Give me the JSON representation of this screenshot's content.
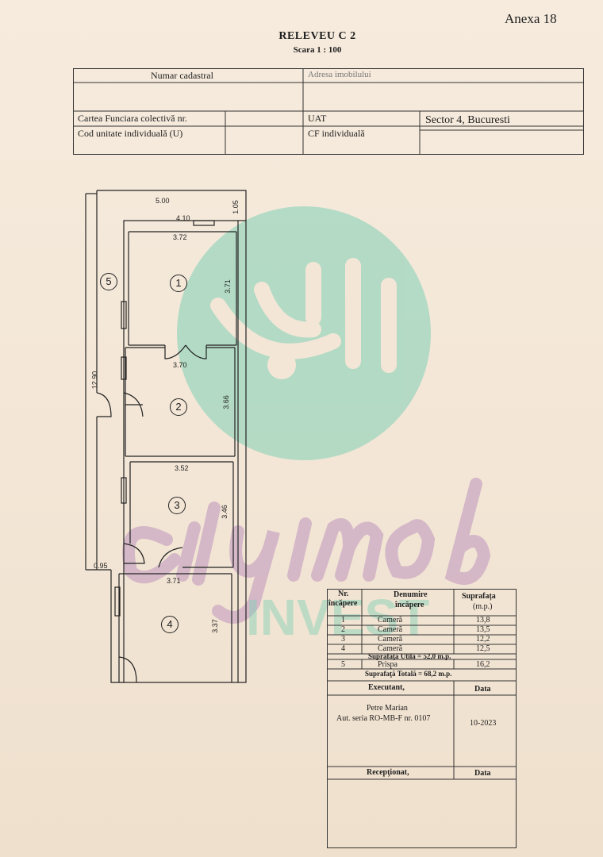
{
  "header": {
    "annex": "Anexa 18",
    "title": "RELEVEU C 2",
    "scale": "Scara 1 : 100"
  },
  "info_table": {
    "cadastral_label": "Numar cadastral",
    "address_label": "Adresa imobilului",
    "cf_collective_label": "Cartea Funciara colectivă nr.",
    "uat_label": "UAT",
    "uat_value": "Sector 4, Bucuresti",
    "unit_code_label": "Cod unitate individuală (U)",
    "cf_individual_label": "CF individuală"
  },
  "plan": {
    "dimensions": {
      "outer_width": "5.00",
      "inner_width": "4.10",
      "top_depth": "1.05",
      "total_length": "12.90",
      "porch_width": "0.95",
      "r1_width": "3.72",
      "r1_length": "3.71",
      "r2_width": "3.70",
      "r2_length": "3.66",
      "r3_width": "3.52",
      "r3_length": "3.46",
      "r4_width": "3.71",
      "r4_length": "3.37"
    },
    "room_numbers": [
      "1",
      "2",
      "3",
      "4",
      "5"
    ]
  },
  "watermark": {
    "brand": "city imob",
    "sub": "INVEST",
    "colors": {
      "teal": "#7fd0b6",
      "lilac": "#c9a5c9"
    }
  },
  "area_table": {
    "headers": {
      "nr": "Nr.",
      "nr2": "încăpere",
      "name": "Denumire",
      "name2": "încăpere",
      "area": "Suprafața",
      "area_unit": "(m.p.)"
    },
    "rooms": [
      {
        "nr": "1",
        "name": "Cameră",
        "area": "13,8"
      },
      {
        "nr": "2",
        "name": "Cameră",
        "area": "13,5"
      },
      {
        "nr": "3",
        "name": "Cameră",
        "area": "12,2"
      },
      {
        "nr": "4",
        "name": "Cameră",
        "area": "12,5"
      }
    ],
    "useful_area": "Suprafaţă Utilă = 52,0 m.p.",
    "porch": {
      "nr": "5",
      "name": "Prispa",
      "area": "16,2"
    },
    "total_area": "Suprafaţă Totală = 68,2 m.p.",
    "executant_label": "Executant,",
    "date_label": "Data",
    "executant_name": "Petre Marian",
    "executant_auth": "Aut. seria RO-MB-F nr. 0107",
    "executant_date": "10-2023",
    "receptionat_label": "Recepţionat,",
    "date_label2": "Data"
  }
}
